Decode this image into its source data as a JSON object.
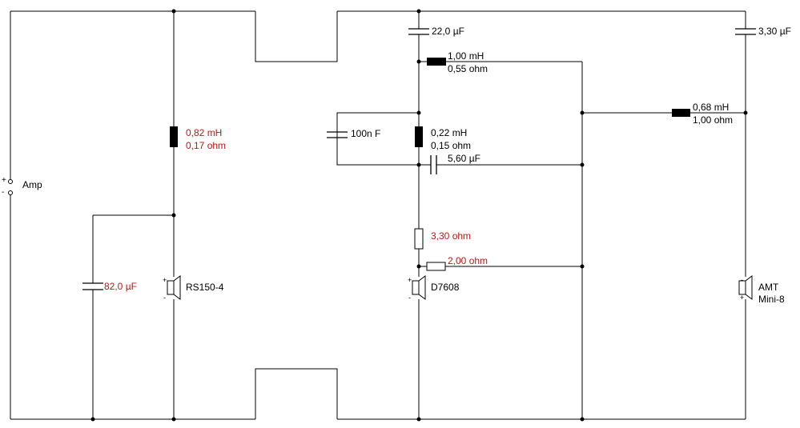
{
  "colors": {
    "wire": "#000000",
    "label": "#000000",
    "modified_value": "#d01010"
  },
  "source": {
    "label": "Amp",
    "plus": "+",
    "minus": "-"
  },
  "woofer_section": {
    "inductor": {
      "inductance": "0,82 mH",
      "resistance": "0,17 ohm"
    },
    "capacitor": {
      "value": "82,0 µF"
    },
    "driver": {
      "name": "RS150-4",
      "plus": "+",
      "minus": "-"
    }
  },
  "mid_section": {
    "series_capacitor": {
      "value": "22,0 µF"
    },
    "series_inductor": {
      "inductance": "1,00 mH",
      "resistance": "0,55 ohm"
    },
    "bypass_capacitor": {
      "value": "100n F"
    },
    "shunt_inductor": {
      "inductance": "0,22 mH",
      "resistance": "0,15 ohm"
    },
    "shunt_capacitor": {
      "value": "5,60 µF"
    },
    "series_resistor": {
      "value": "3,30 ohm"
    },
    "parallel_resistor": {
      "value": "2,00 ohm"
    },
    "driver": {
      "name": "D7608",
      "plus": "+",
      "minus": "-"
    }
  },
  "tweeter_section": {
    "capacitor": {
      "value": "3,30 µF"
    },
    "inductor": {
      "inductance": "0,68 mH",
      "resistance": "1,00 ohm"
    },
    "driver": {
      "name_line1": "AMT",
      "name_line2": "Mini-8",
      "plus": "+",
      "minus": "-"
    }
  }
}
